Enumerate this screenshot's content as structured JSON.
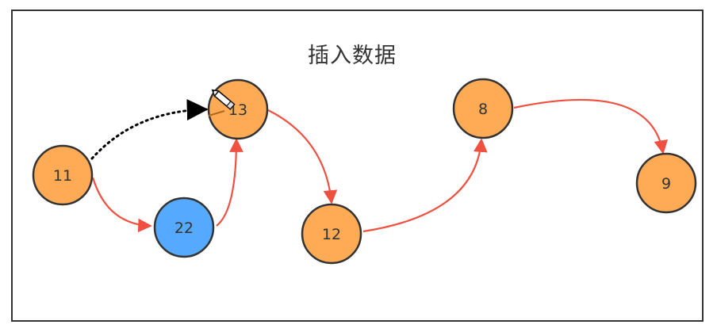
{
  "title": "插入数据",
  "colors": {
    "node_default": "#FFAA55",
    "node_new": "#55AAFF",
    "node_stroke": "#333333",
    "link": "#F05040",
    "pending_link": "#000000",
    "frame": "#333333"
  },
  "nodes": [
    {
      "id": "n11",
      "label": "11",
      "state": "default"
    },
    {
      "id": "n22",
      "label": "22",
      "state": "new"
    },
    {
      "id": "n13",
      "label": "13",
      "state": "default"
    },
    {
      "id": "n12",
      "label": "12",
      "state": "default"
    },
    {
      "id": "n8",
      "label": "8",
      "state": "default"
    },
    {
      "id": "n9",
      "label": "9",
      "state": "default"
    }
  ],
  "links": [
    {
      "from": "n11",
      "to": "n22",
      "style": "solid"
    },
    {
      "from": "n22",
      "to": "n13",
      "style": "solid"
    },
    {
      "from": "n13",
      "to": "n12",
      "style": "solid"
    },
    {
      "from": "n12",
      "to": "n8",
      "style": "solid"
    },
    {
      "from": "n8",
      "to": "n9",
      "style": "solid"
    },
    {
      "from": "n11",
      "to": "n13",
      "style": "dotted"
    }
  ],
  "cursor_icon": "pencil-cursor-icon"
}
